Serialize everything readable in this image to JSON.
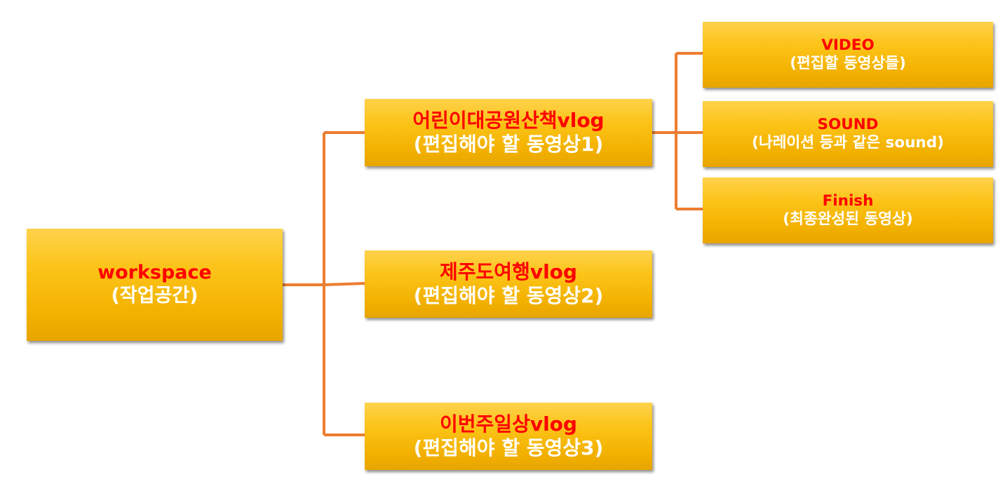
{
  "colors": {
    "connector": "#ed7d31",
    "box_fill": "#fcc419",
    "title_text": "#ff0000",
    "subtitle_text": "#ffffff"
  },
  "root": {
    "title": "workspace",
    "subtitle": "(작업공간)"
  },
  "projects": [
    {
      "title": "어린이대공원산책vlog",
      "subtitle": "(편집해야 할 동영상1)"
    },
    {
      "title": "제주도여행vlog",
      "subtitle": "(편집해야 할 동영상2)"
    },
    {
      "title": "이번주일상vlog",
      "subtitle": "(편집해야 할 동영상3)"
    }
  ],
  "folders": [
    {
      "title": "VIDEO",
      "subtitle": "(편집할 동영상들)"
    },
    {
      "title": "SOUND",
      "subtitle": "(나레이션 등과 같은 sound)"
    },
    {
      "title": "Finish",
      "subtitle": "(최종완성된 동영상)"
    }
  ]
}
